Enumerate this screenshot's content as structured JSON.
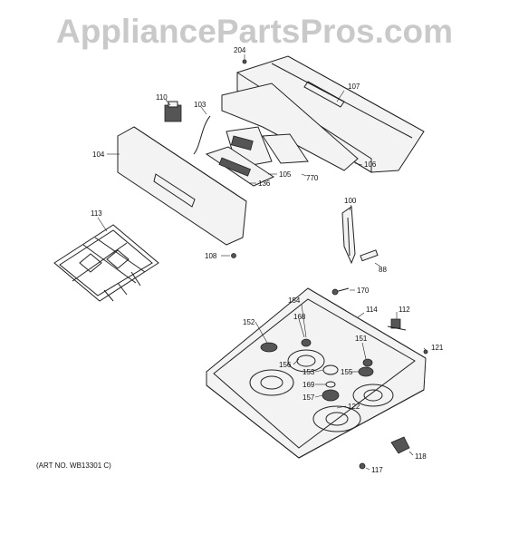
{
  "watermark": "AppliancePartsPros.com",
  "art_no": "(ART NO. WB13301 C)",
  "parts": {
    "p204": "204",
    "p107": "107",
    "p110": "110",
    "p103": "103",
    "p104": "104",
    "p105": "105",
    "p770": "770",
    "p106": "106",
    "p136": "136",
    "p113": "113",
    "p100": "100",
    "p108": "108",
    "p88": "88",
    "p170": "170",
    "p154": "154",
    "p112": "112",
    "p114": "114",
    "p152": "152",
    "p168": "168",
    "p151": "151",
    "p121": "121",
    "p156": "156",
    "p153": "153",
    "p155": "155",
    "p169": "169",
    "p157": "157",
    "p122": "122",
    "p118": "118",
    "p117": "117"
  }
}
